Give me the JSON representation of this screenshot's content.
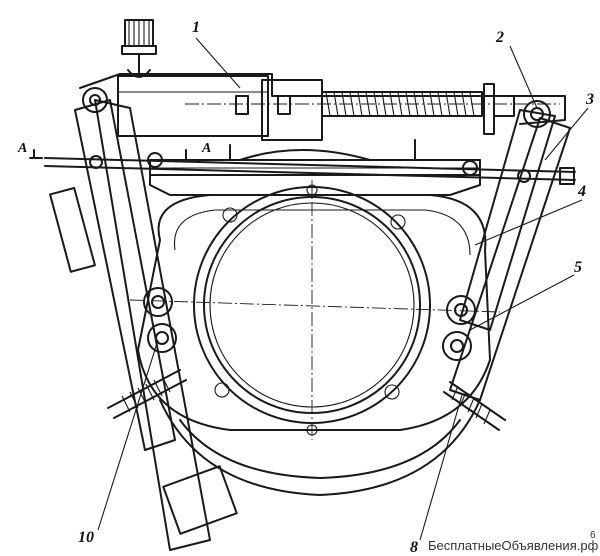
{
  "labels": {
    "l1": "1",
    "l2": "2",
    "l3": "3",
    "l4": "4",
    "l5": "5",
    "l8": "8",
    "l10": "10",
    "sectionA_left": "A",
    "sectionA_right": "A"
  },
  "watermark": "БесплатныеОбъявления.рф",
  "corner_mark": "6"
}
